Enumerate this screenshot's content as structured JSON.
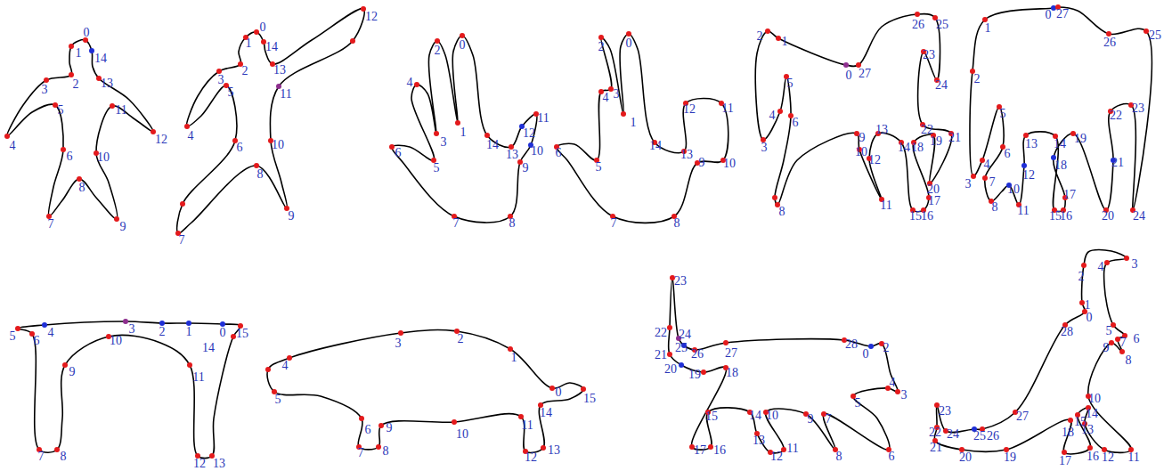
{
  "diagram": {
    "labels": [
      "0",
      "1",
      "2",
      "3",
      "4",
      "5",
      "6",
      "7",
      "8",
      "9",
      "10",
      "11",
      "12",
      "13",
      "14",
      "0",
      "1",
      "2",
      "3",
      "4",
      "5",
      "6",
      "7",
      "8",
      "9",
      "10",
      "11",
      "12",
      "13",
      "14",
      "0",
      "1",
      "2",
      "3",
      "4",
      "5",
      "6",
      "7",
      "8",
      "9",
      "10",
      "11",
      "12",
      "13",
      "14",
      "0",
      "1",
      "2",
      "3",
      "4",
      "5",
      "6",
      "7",
      "8",
      "9",
      "10",
      "11",
      "12",
      "13",
      "14",
      "0",
      "1",
      "2",
      "3",
      "4",
      "5",
      "6",
      "8",
      "9",
      "10",
      "11",
      "12",
      "13",
      "14",
      "15",
      "16",
      "17",
      "18",
      "19",
      "20",
      "21",
      "22",
      "23",
      "24",
      "25",
      "26",
      "27",
      "0",
      "1",
      "2",
      "3",
      "4",
      "5",
      "6",
      "7",
      "8",
      "10",
      "11",
      "12",
      "13",
      "14",
      "15",
      "16",
      "17",
      "18",
      "19",
      "20",
      "21",
      "22",
      "23",
      "24",
      "25",
      "26",
      "27",
      "0",
      "1",
      "2",
      "3",
      "4",
      "5",
      "6",
      "7",
      "8",
      "9",
      "10",
      "11",
      "12",
      "13",
      "14",
      "15",
      "0",
      "1",
      "2",
      "3",
      "4",
      "5",
      "6",
      "7",
      "8",
      "9",
      "10",
      "11",
      "12",
      "13",
      "14",
      "15",
      "0",
      "2",
      "3",
      "4",
      "5",
      "6",
      "7",
      "8",
      "9",
      "10",
      "11",
      "12",
      "13",
      "14",
      "15",
      "16",
      "17",
      "18",
      "19",
      "20",
      "21",
      "22",
      "23",
      "24",
      "25",
      "26",
      "27",
      "28",
      "0",
      "1",
      "2",
      "3",
      "4",
      "5",
      "6",
      "7",
      "8",
      "9",
      "10",
      "11",
      "12",
      "13",
      "14",
      "15",
      "16",
      "17",
      "18",
      "19",
      "20",
      "21",
      "22",
      "23",
      "24",
      "25",
      "26",
      "27",
      "28"
    ]
  }
}
